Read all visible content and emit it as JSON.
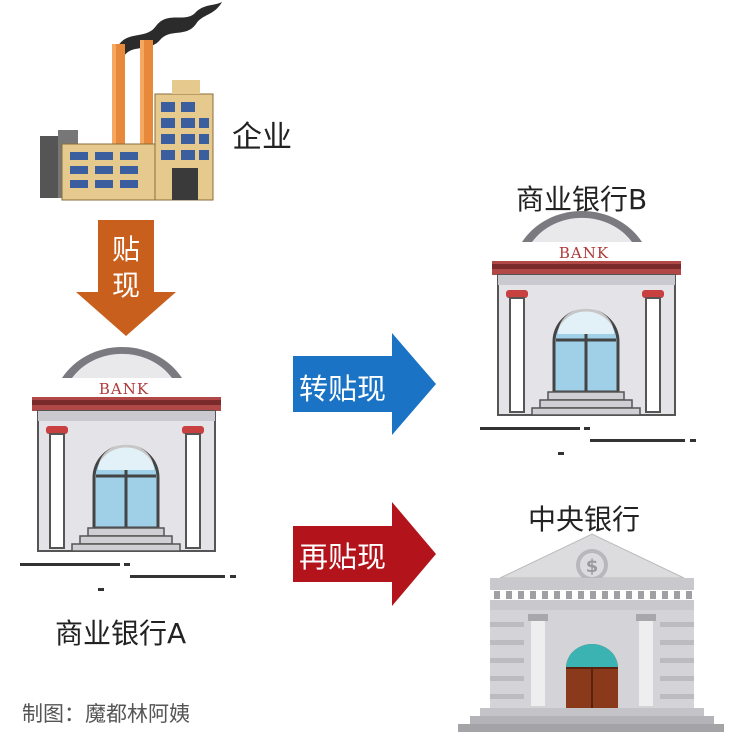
{
  "labels": {
    "enterprise": "企业",
    "bank_b": "商业银行B",
    "central_bank": "中央银行",
    "bank_a": "商业银行A",
    "credit": "制图：魔都林阿姨"
  },
  "arrows": {
    "discount_char1": "贴",
    "discount_char2": "现",
    "transfer_discount": "转贴现",
    "rediscount": "再贴现"
  },
  "signs": {
    "bank_a": "BANK",
    "bank_b": "BANK",
    "central": "$"
  },
  "colors": {
    "discount_arrow": "#c95f1c",
    "transfer_arrow": "#1a73c4",
    "rediscount_arrow": "#b3141c",
    "factory_smoke": "#2b2b2b",
    "factory_chimney": "#e8883a",
    "factory_wall": "#e6c98c",
    "bank_roof": "#7a2a2a",
    "window_glass": "#9fd0e8",
    "central_door": "#8a3a1a"
  }
}
